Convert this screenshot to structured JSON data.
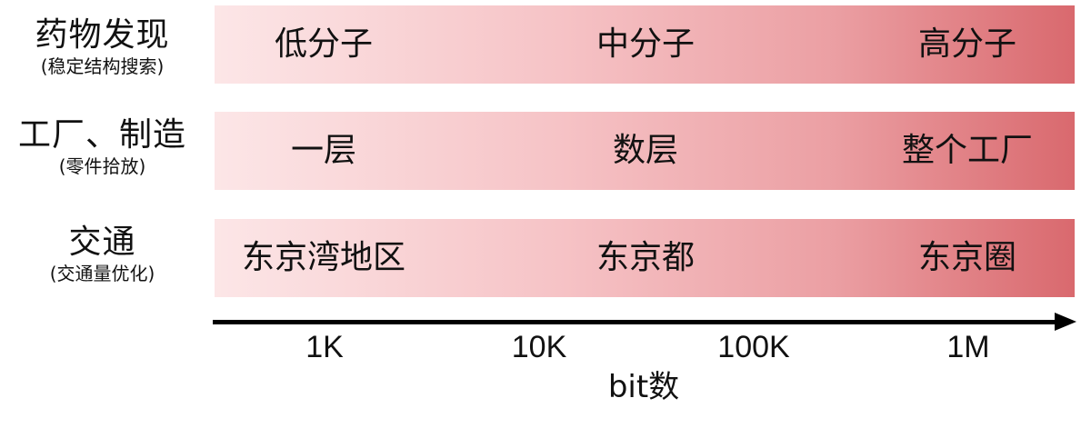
{
  "rows": [
    {
      "title": "药物发现",
      "subtitle": "(稳定结构搜索)",
      "cells": [
        "低分子",
        "中分子",
        "高分子"
      ]
    },
    {
      "title": "工厂、制造",
      "subtitle": "(零件拾放)",
      "cells": [
        "一层",
        "数层",
        "整个工厂"
      ]
    },
    {
      "title": "交通",
      "subtitle": "(交通量优化)",
      "cells": [
        "东京湾地区",
        "东京都",
        "东京圈"
      ]
    }
  ],
  "axis": {
    "ticks": [
      "1K",
      "10K",
      "100K",
      "1M"
    ],
    "title": "bit数"
  },
  "colors": {
    "band_start": "#fce6e7",
    "band_end": "#d9696e",
    "axis": "#000000"
  }
}
